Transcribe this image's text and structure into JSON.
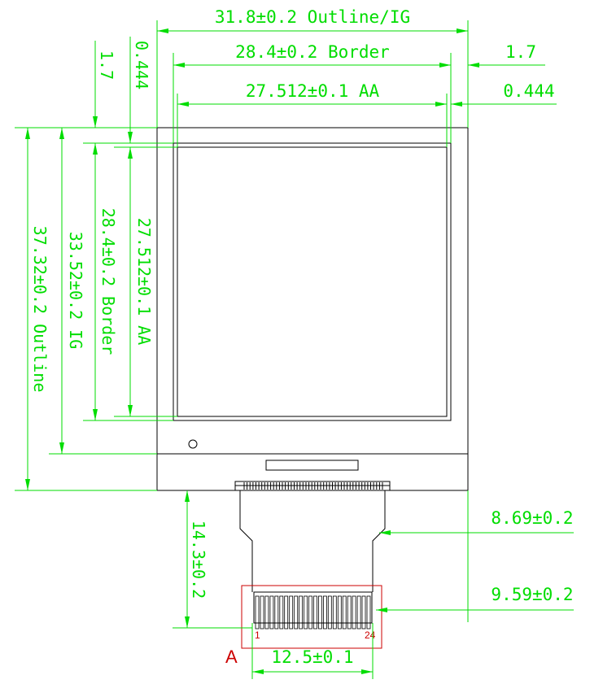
{
  "colors": {
    "dimension": "#00dd00",
    "outline": "#000000",
    "callout": "#cc0000",
    "background": "#ffffff"
  },
  "dimensions": {
    "outline_width": "31.8±0.2 Outline/IG",
    "border_width": "28.4±0.2 Border",
    "aa_width": "27.512±0.1 AA",
    "right_gap_border": "1.7",
    "right_gap_aa": "0.444",
    "top_gap_border": "1.7",
    "top_gap_aa": "0.444",
    "aa_height": "27.512±0.1 AA",
    "border_height": "28.4±0.2 Border",
    "ig_height": "33.52±0.2 IG",
    "outline_height": "37.32±0.2 Outline",
    "fpc_length": "14.3±0.2",
    "fpc_offset_1": "8.69±0.2",
    "fpc_offset_2": "9.59±0.2",
    "connector_width": "12.5±0.1"
  },
  "callouts": {
    "detail_label": "A",
    "pin_first": "1",
    "pin_last": "24"
  },
  "connector": {
    "pin_count": 24
  }
}
